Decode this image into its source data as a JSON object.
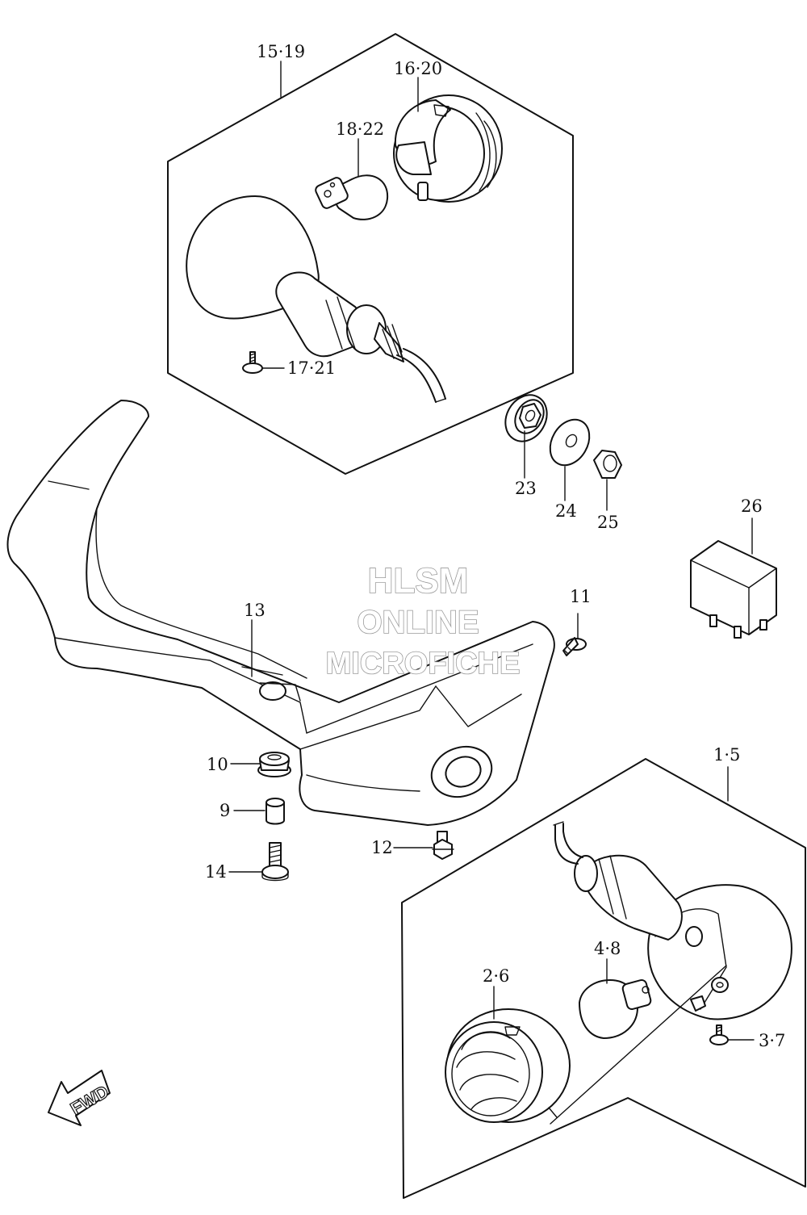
{
  "labels": {
    "p15_19": "15·19",
    "p16_20": "16·20",
    "p18_22": "18·22",
    "p17_21": "17·21",
    "p23": "23",
    "p24": "24",
    "p25": "25",
    "p26": "26",
    "p13": "13",
    "p11": "11",
    "p10": "10",
    "p9": "9",
    "p14": "14",
    "p12": "12",
    "p1_5": "1·5",
    "p4_8": "4·8",
    "p2_6": "2·6",
    "p3_7": "3·7"
  },
  "watermark": {
    "line1": "HLSM",
    "line2": "ONLINE",
    "line3": "MICROFICHE"
  },
  "fwd_label": "FWD"
}
